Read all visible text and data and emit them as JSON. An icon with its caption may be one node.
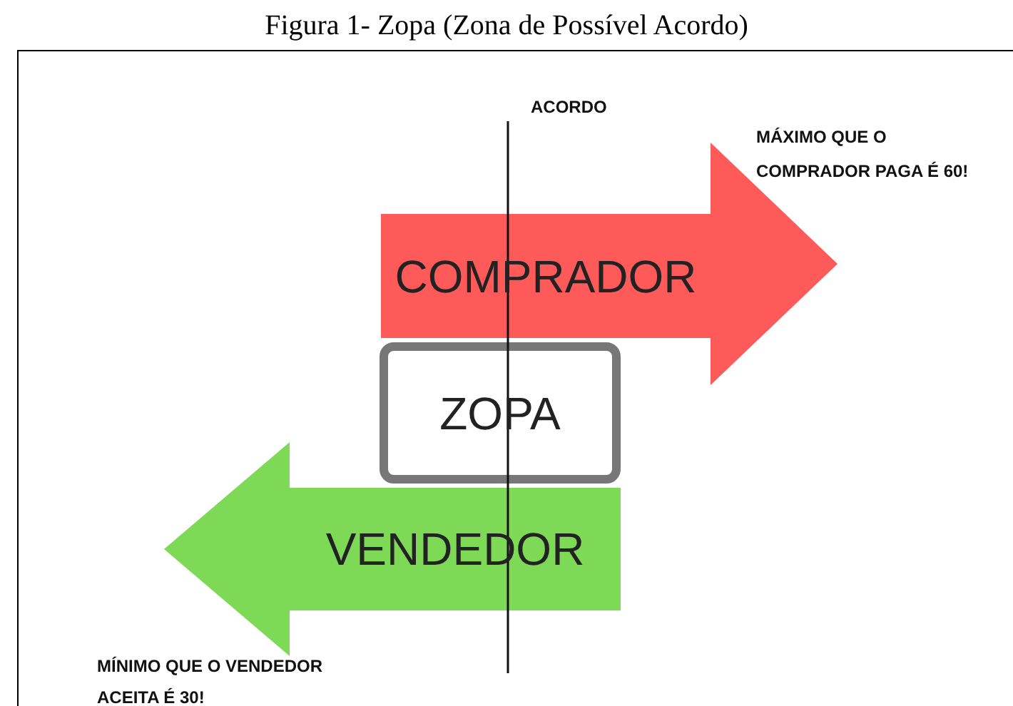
{
  "diagram": {
    "title": "Figura 1- Zopa (Zona de Possível Acordo)",
    "nodes": [
      {
        "text": [
          "COMPRADOR"
        ]
      },
      {
        "text": [
          "ZOPA"
        ]
      },
      {
        "text": [
          "VENDEDOR"
        ]
      }
    ],
    "labels": [
      "ACORDO",
      "MÁXIMO QUE O COMPRADOR PAGA É 60!",
      "MÍNIMO QUE O VENDEDOR ACEITA É 30!"
    ]
  }
}
